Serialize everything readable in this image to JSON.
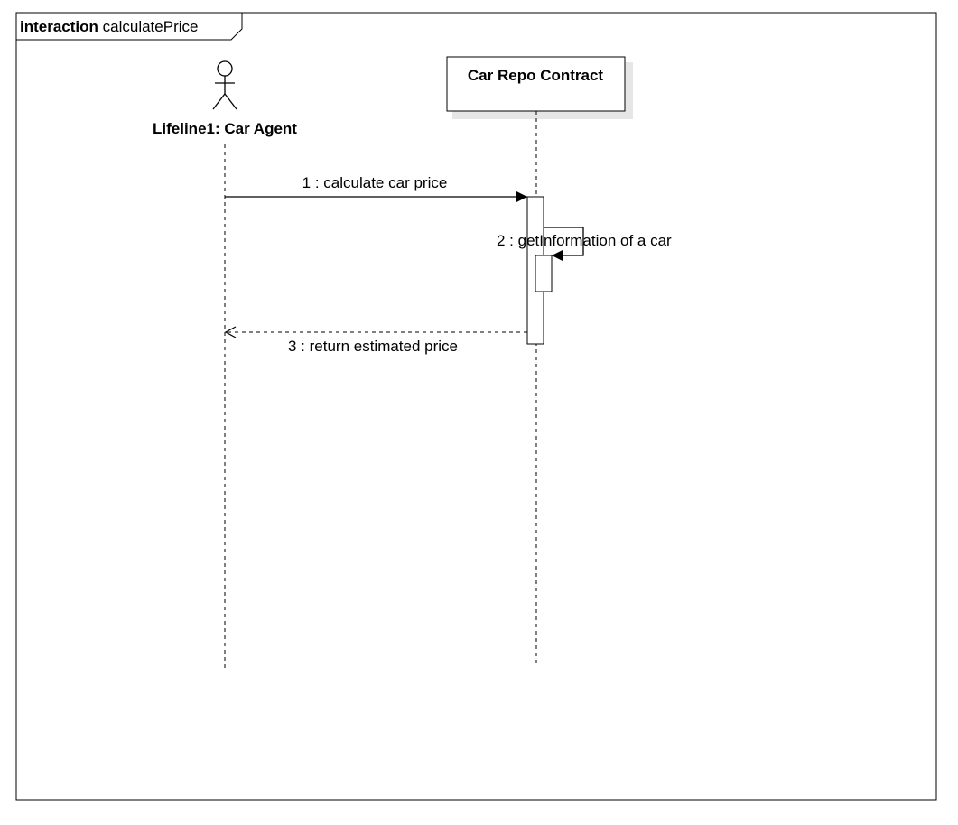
{
  "frame": {
    "keyword": "interaction",
    "name": "calculatePrice"
  },
  "lifelines": [
    {
      "label": "Lifeline1: Car Agent",
      "kind": "actor"
    },
    {
      "label": "Car Repo Contract",
      "kind": "object"
    }
  ],
  "messages": [
    {
      "label": "1 : calculate car price",
      "style": "synchronous"
    },
    {
      "label": "2 : getInformation of a car",
      "style": "self-call"
    },
    {
      "label": "3 : return estimated price",
      "style": "return"
    }
  ],
  "colors": {
    "line": "#000000",
    "box_shadow": "#e6e6e6",
    "background": "#ffffff"
  }
}
